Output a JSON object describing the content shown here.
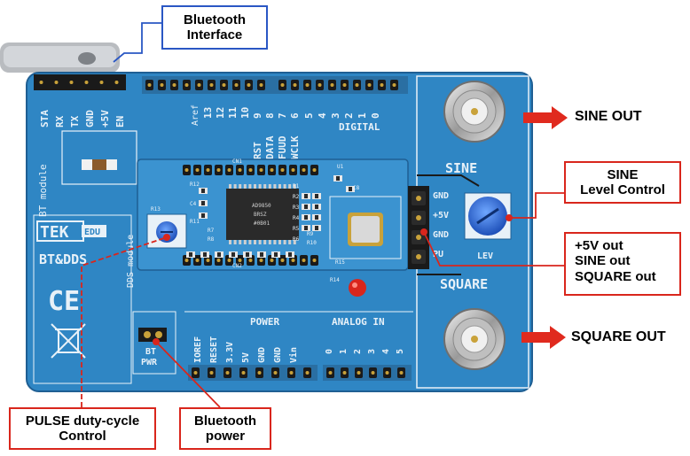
{
  "callouts": {
    "bluetooth_interface": [
      "Bluetooth",
      "Interface"
    ],
    "sine_level_control": [
      "SINE",
      "Level Control"
    ],
    "outputs": [
      "+5V out",
      "SINE out",
      "SQUARE out"
    ],
    "pulse_duty_cycle": [
      "PULSE duty-cycle",
      "Control"
    ],
    "bluetooth_power": [
      "Bluetooth",
      "power"
    ]
  },
  "arrow_labels": {
    "sine_out": "SINE OUT",
    "square_out": "SQUARE OUT"
  },
  "board": {
    "bt_header": [
      "STA",
      "RX",
      "TX",
      "GND",
      "+5V",
      "EN"
    ],
    "bt_module": "BT module",
    "aref": "Aref",
    "digital_pins": [
      "13",
      "12",
      "11",
      "10",
      "9",
      "8",
      "7",
      "6",
      "5",
      "4",
      "3",
      "2",
      "1",
      "0"
    ],
    "digital": "DIGITAL",
    "dds_signals": [
      "RST",
      "DATA",
      "FUUD",
      "WCLK"
    ],
    "sine": "SINE",
    "square": "SQUARE",
    "out_header": [
      "GND",
      "+5V",
      "GND",
      "PU"
    ],
    "lev": "LEV",
    "tek": "TEK",
    "edu": "EDU",
    "btdds": "BT&DDS",
    "ce": "CE",
    "dds_module": "DDS module",
    "bt_pwr": [
      "BT",
      "PWR"
    ],
    "power": "POWER",
    "power_pins": [
      "IOREF",
      "RESET",
      "3.3V",
      "5V",
      "GND",
      "GND",
      "Vin"
    ],
    "analog_in": "ANALOG IN",
    "analog_pins": [
      "0",
      "1",
      "2",
      "3",
      "4",
      "5"
    ],
    "chip_marking": [
      "AD9850",
      "BRSZ",
      "#0B01"
    ],
    "silk_labels": [
      "R13",
      "R12",
      "C4",
      "R11",
      "R7",
      "R8",
      "R1",
      "R2",
      "R3",
      "R4",
      "R5",
      "R6",
      "R9",
      "R10",
      "R15",
      "R14",
      "C8",
      "U1",
      "CN1",
      "CN2"
    ]
  },
  "colors": {
    "board": "#2f86c4",
    "board_dark": "#1f5f93",
    "silk": "#e8f1f8",
    "callout_red": "#d9261c",
    "callout_blue": "#2a57c4",
    "arrow_red": "#e02a1e",
    "header_black": "#1a1a1a",
    "gold": "#c9a23a"
  }
}
